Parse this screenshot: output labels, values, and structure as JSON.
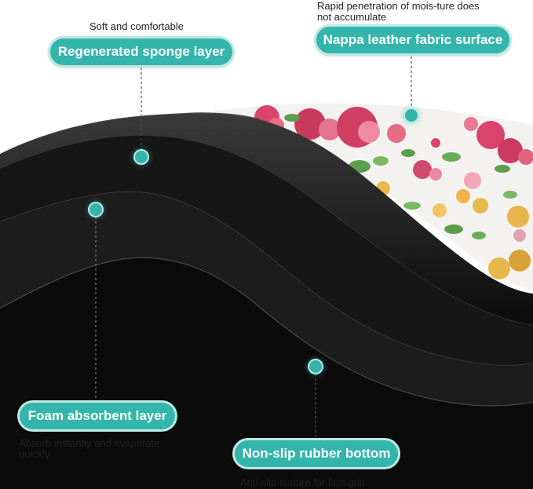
{
  "annotations": {
    "regenerated": {
      "label": "Regenerated sponge layer",
      "caption": "Soft and comfortable"
    },
    "nappa": {
      "label": "Nappa leather fabric surface",
      "caption_line1": "Rapid penetration of mois-ture does",
      "caption_line2": "not accumulate"
    },
    "foam": {
      "label": "Foam absorbent layer",
      "caption_line1": "Absorb instantly and evaporate",
      "caption_line2": "quickly"
    },
    "nonslip": {
      "label": "Non-slip rubber bottom",
      "caption": "Anti-slip texture for firm grip"
    }
  },
  "colors": {
    "accent": "#34b5ab",
    "accent_ring": "#bfe7e3",
    "mat_black": "#151515",
    "rose_pink": "#d8446a",
    "leaf_green": "#5d9e4c",
    "peony_yellow": "#e7b84a"
  }
}
